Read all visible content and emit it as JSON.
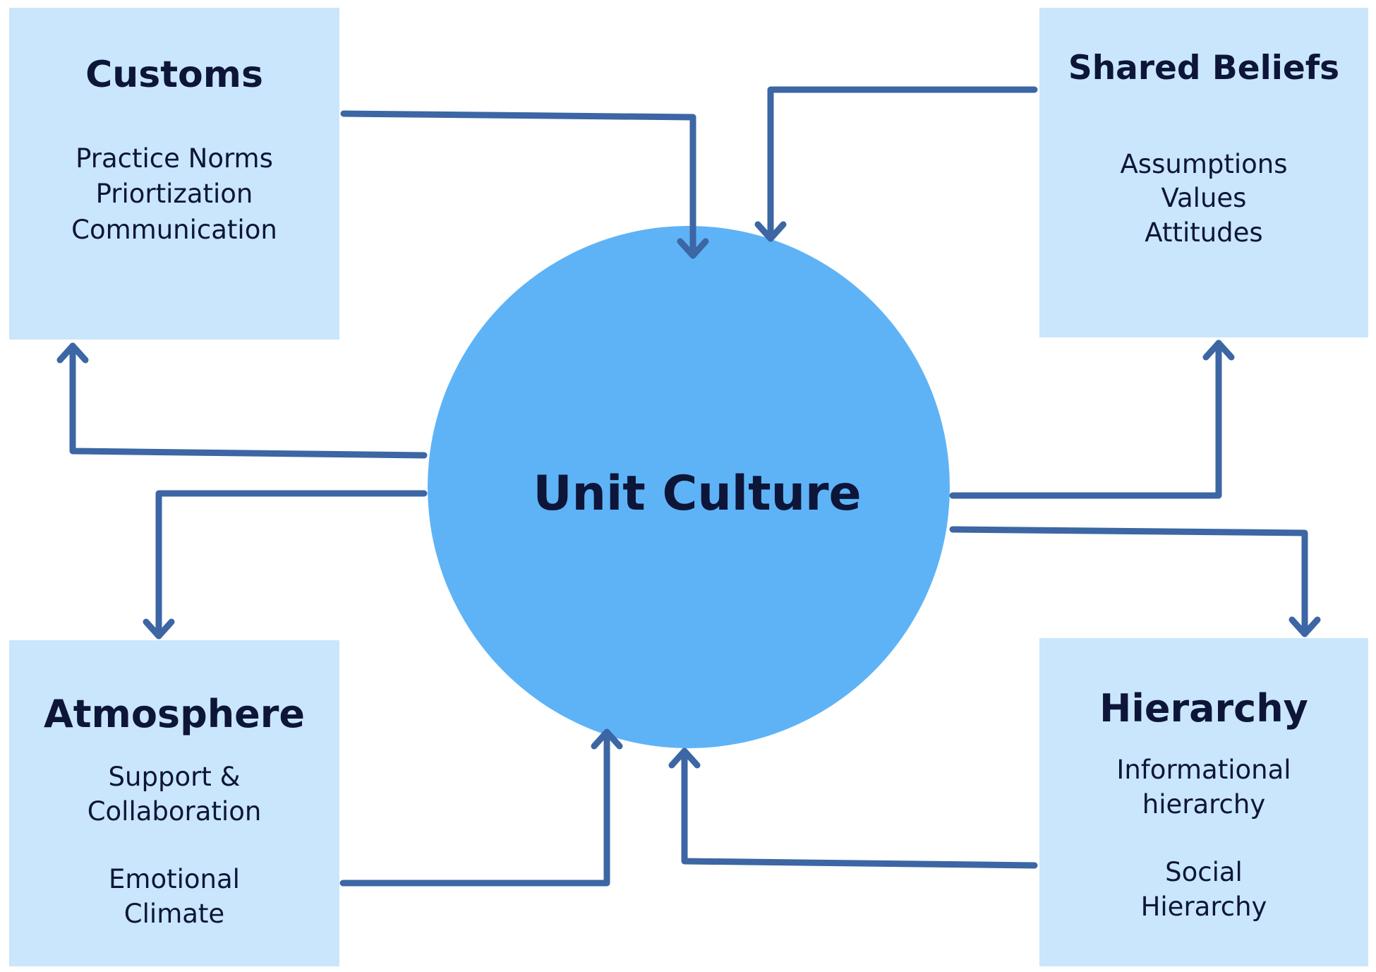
{
  "diagram": {
    "center": {
      "label": "Unit Culture"
    },
    "nodes": {
      "customs": {
        "title": "Customs",
        "items": [
          "Practice Norms",
          "Priortization",
          "Communication"
        ]
      },
      "shared_beliefs": {
        "title": "Shared Beliefs",
        "items": [
          "Assumptions",
          "Values",
          "Attitudes"
        ]
      },
      "atmosphere": {
        "title": "Atmosphere",
        "items": [
          "Support &",
          "Collaboration",
          "Emotional",
          "Climate"
        ]
      },
      "hierarchy": {
        "title": "Hierarchy",
        "items": [
          "Informational",
          "hierarchy",
          "Social",
          "Hierarchy"
        ]
      }
    },
    "edges": [
      {
        "from": "Customs",
        "to": "Unit Culture"
      },
      {
        "from": "Shared Beliefs",
        "to": "Unit Culture"
      },
      {
        "from": "Unit Culture",
        "to": "Customs"
      },
      {
        "from": "Unit Culture",
        "to": "Atmosphere"
      },
      {
        "from": "Unit Culture",
        "to": "Shared Beliefs"
      },
      {
        "from": "Unit Culture",
        "to": "Hierarchy"
      },
      {
        "from": "Atmosphere",
        "to": "Unit Culture"
      },
      {
        "from": "Hierarchy",
        "to": "Unit Culture"
      }
    ],
    "colors": {
      "box_fill": "#c9e6fc",
      "hub_fill": "#5eb3f6",
      "connector": "#3c66a4",
      "text": "#0d1538"
    }
  }
}
